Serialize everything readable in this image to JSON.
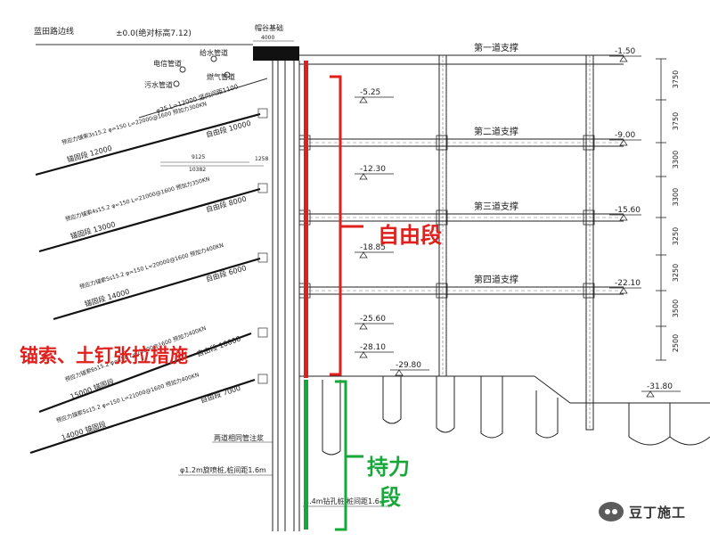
{
  "labels": {
    "road": "蓝田路边线",
    "elev_zero": "±0.0(绝对标高7.12)",
    "top_beam": "帽谷基础",
    "top_beam_dim": "4000",
    "pipe_power": "电信管道",
    "pipe_water": "给水管道",
    "pipe_gas": "燃气管道",
    "pipe_sewer": "污水管道",
    "soil_nail": "φ25 L=12000 竖向间距1100",
    "free_seg": "自由段",
    "bearing_seg": "持力段",
    "cable_measure": "锚索、土钉张拉措施",
    "pile_jet": "φ1.2m旋喷桩,桩间距1.6m",
    "pile_bored": "1.4m钻孔桩,桩间距1.6",
    "row_piles": "两道相同管注浆",
    "dim_9125": "9125",
    "dim_10382": "10382",
    "dim_1258": "1258"
  },
  "struts": [
    {
      "label": "第一道支撑",
      "elev": "-1.50"
    },
    {
      "label": "第二道支撑",
      "elev": "-9.00"
    },
    {
      "label": "第三道支撑",
      "elev": "-15.60"
    },
    {
      "label": "第四道支撑",
      "elev": "-22.10"
    }
  ],
  "wall_elevs": [
    "-5.25",
    "-12.30",
    "-18.85",
    "-25.60",
    "-28.10",
    "-29.80",
    "-31.80"
  ],
  "right_dims": [
    "3750",
    "3750",
    "3300",
    "3300",
    "3250",
    "3250",
    "3500",
    "2500"
  ],
  "anchors": [
    {
      "spec": "预应力锚索3s15.2  φ=150  L=22000@1600  预加力300KN",
      "free": "自由段 10000",
      "anchor": "锚固段 12000"
    },
    {
      "spec": "预应力锚索4s15.2  φ=150  L=21000@1600  预加力350KN",
      "free": "自由段 8000",
      "anchor": "锚固段 13000"
    },
    {
      "spec": "预应力锚索5s15.2  φ=150  L=20000@1600  预加力400KN",
      "free": "自由段 6000",
      "anchor": "锚固段 14000"
    },
    {
      "spec": "预应力锚索6s15.2  φ=150  L=25000@1600  预加力400KN",
      "free": "自由段 10000",
      "anchor": "15000 锚固段"
    },
    {
      "spec": "预应力锚索5s15.2  φ=150  L=21000@1600  预加力400KN",
      "free": "自由段 7000",
      "anchor": "14000 锚固段"
    }
  ],
  "watermark": "豆丁施工",
  "colors": {
    "red": "#e0201c",
    "green": "#16a83a",
    "line": "#222222"
  }
}
